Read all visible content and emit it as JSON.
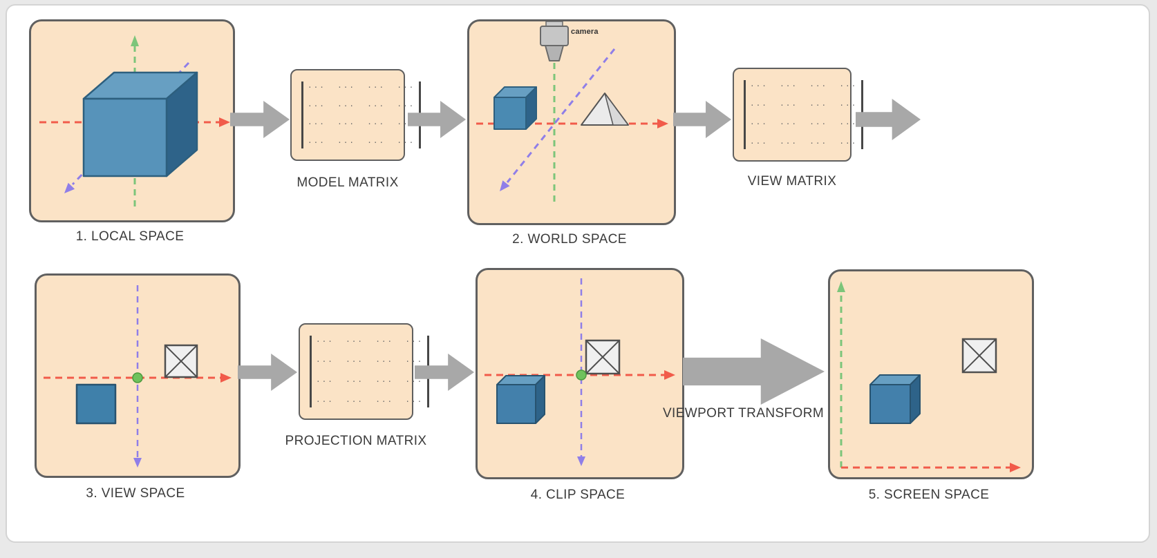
{
  "panels": {
    "local_space": {
      "label": "1. LOCAL SPACE"
    },
    "world_space": {
      "label": "2. WORLD SPACE",
      "camera_label": "camera"
    },
    "view_space": {
      "label": "3. VIEW SPACE"
    },
    "clip_space": {
      "label": "4. CLIP SPACE"
    },
    "screen_space": {
      "label": "5. SCREEN SPACE"
    }
  },
  "matrices": {
    "model": {
      "label": "MODEL MATRIX"
    },
    "view": {
      "label": "VIEW MATRIX"
    },
    "projection": {
      "label": "PROJECTION MATRIX"
    },
    "row_dots": "···  ···  ···  ···"
  },
  "labels": {
    "viewport_transform": "VIEWPORT TRANSFORM"
  },
  "colors": {
    "panel_fill": "#fbe3c6",
    "panel_border": "#606060",
    "arrow_gray": "#a8a8a8",
    "axis_red": "#f15b4a",
    "axis_green": "#7cc57a",
    "axis_purple": "#8f7ee8",
    "cube_front": "#4380ab",
    "cube_top": "#679fc2",
    "cube_side": "#2e6389",
    "origin_dot_green": "#6fc25c",
    "background": "#ffffff"
  }
}
